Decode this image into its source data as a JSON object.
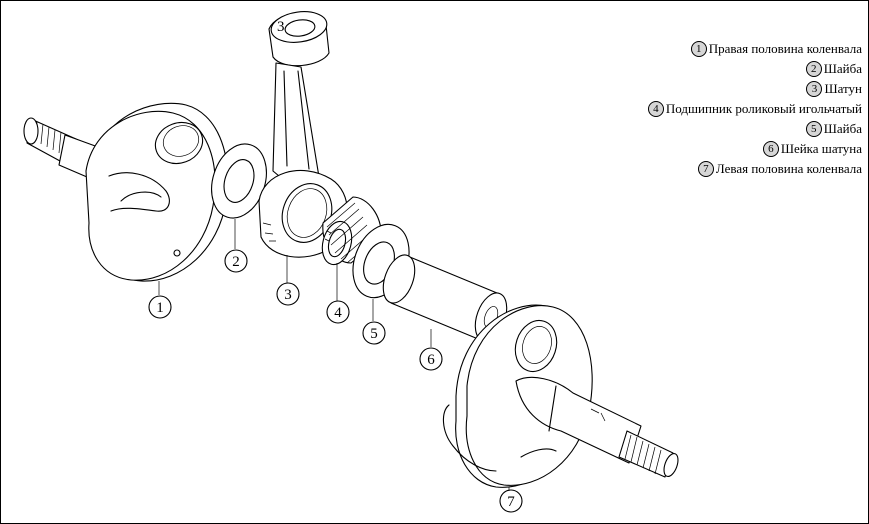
{
  "legend": [
    {
      "num": "1",
      "text": "Правая половина коленвала"
    },
    {
      "num": "2",
      "text": "Шайба"
    },
    {
      "num": "3",
      "text": "Шатун"
    },
    {
      "num": "4",
      "text": "Подшипник роликовый игольчатый"
    },
    {
      "num": "5",
      "text": "Шайба"
    },
    {
      "num": "6",
      "text": "Шейка шатуна"
    },
    {
      "num": "7",
      "text": "Левая половина коленвала"
    }
  ],
  "callouts": {
    "c1": "1",
    "c2": "2",
    "c3": "3",
    "c4": "4",
    "c5": "5",
    "c6": "6",
    "c7": "7",
    "conrod_mark": "3"
  }
}
